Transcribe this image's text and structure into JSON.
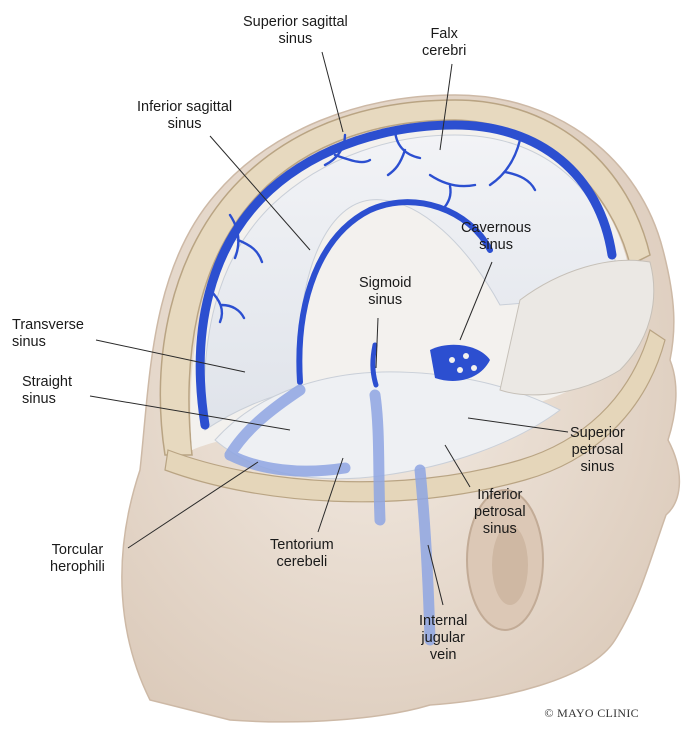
{
  "labels": {
    "superior_sagittal_sinus": "Superior sagittal\nsinus",
    "falx_cerebri": "Falx\ncerebri",
    "inferior_sagittal_sinus": "Inferior sagittal\nsinus",
    "cavernous_sinus": "Cavernous\nsinus",
    "sigmoid_sinus": "Sigmoid\nsinus",
    "transverse_sinus": "Transverse\nsinus",
    "straight_sinus": "Straight\nsinus",
    "superior_petrosal_sinus": "Superior\npetrosal\nsinus",
    "inferior_petrosal_sinus": "Inferior\npetrosal\nsinus",
    "torcular_herophili": "Torcular\nherophili",
    "tentorium_cerebeli": "Tentorium\ncerebeli",
    "internal_jugular_vein": "Internal\njugular\nvein"
  },
  "credit": "© MAYO CLINIC",
  "colors": {
    "skin": "#e9ddd2",
    "skin_shadow": "#d8c6b6",
    "bone": "#e7d9bf",
    "bone_edge": "#b9a483",
    "falx": "#e9ebee",
    "vein": "#2c4fd0",
    "vein_light": "#8fa6e3",
    "leader": "#2a2a2a"
  }
}
